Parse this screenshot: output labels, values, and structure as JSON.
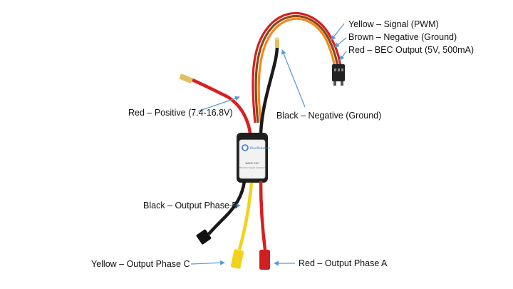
{
  "colors": {
    "arrow": "#5b9bd5",
    "wire_red": "#d81f1f",
    "wire_black": "#1a1a1a",
    "wire_yellow": "#f2d21a",
    "wire_brown": "#8a4a1a",
    "wire_orange": "#f08a1e",
    "connector_gold": "#e0c060",
    "bullet_red": "#cf2020",
    "esc_body": "#f2f2f2",
    "esc_logo": "#3f78c8"
  },
  "labels": {
    "signal": "Yellow – Signal (PWM)",
    "ground_brown": "Brown – Negative (Ground)",
    "bec": "Red – BEC Output (5V, 500mA)",
    "positive": "Red – Positive (7.4-16.8V)",
    "negative_black": "Black – Negative (Ground)",
    "phase_b": "Black – Output Phase B",
    "phase_c": "Yellow – Output Phase C",
    "phase_a": "Red – Output Phase A"
  },
  "esc": {
    "brand": "BlueRobotics",
    "model": "BASIC ESC",
    "subtitle": "Electronic Speed Controller"
  }
}
